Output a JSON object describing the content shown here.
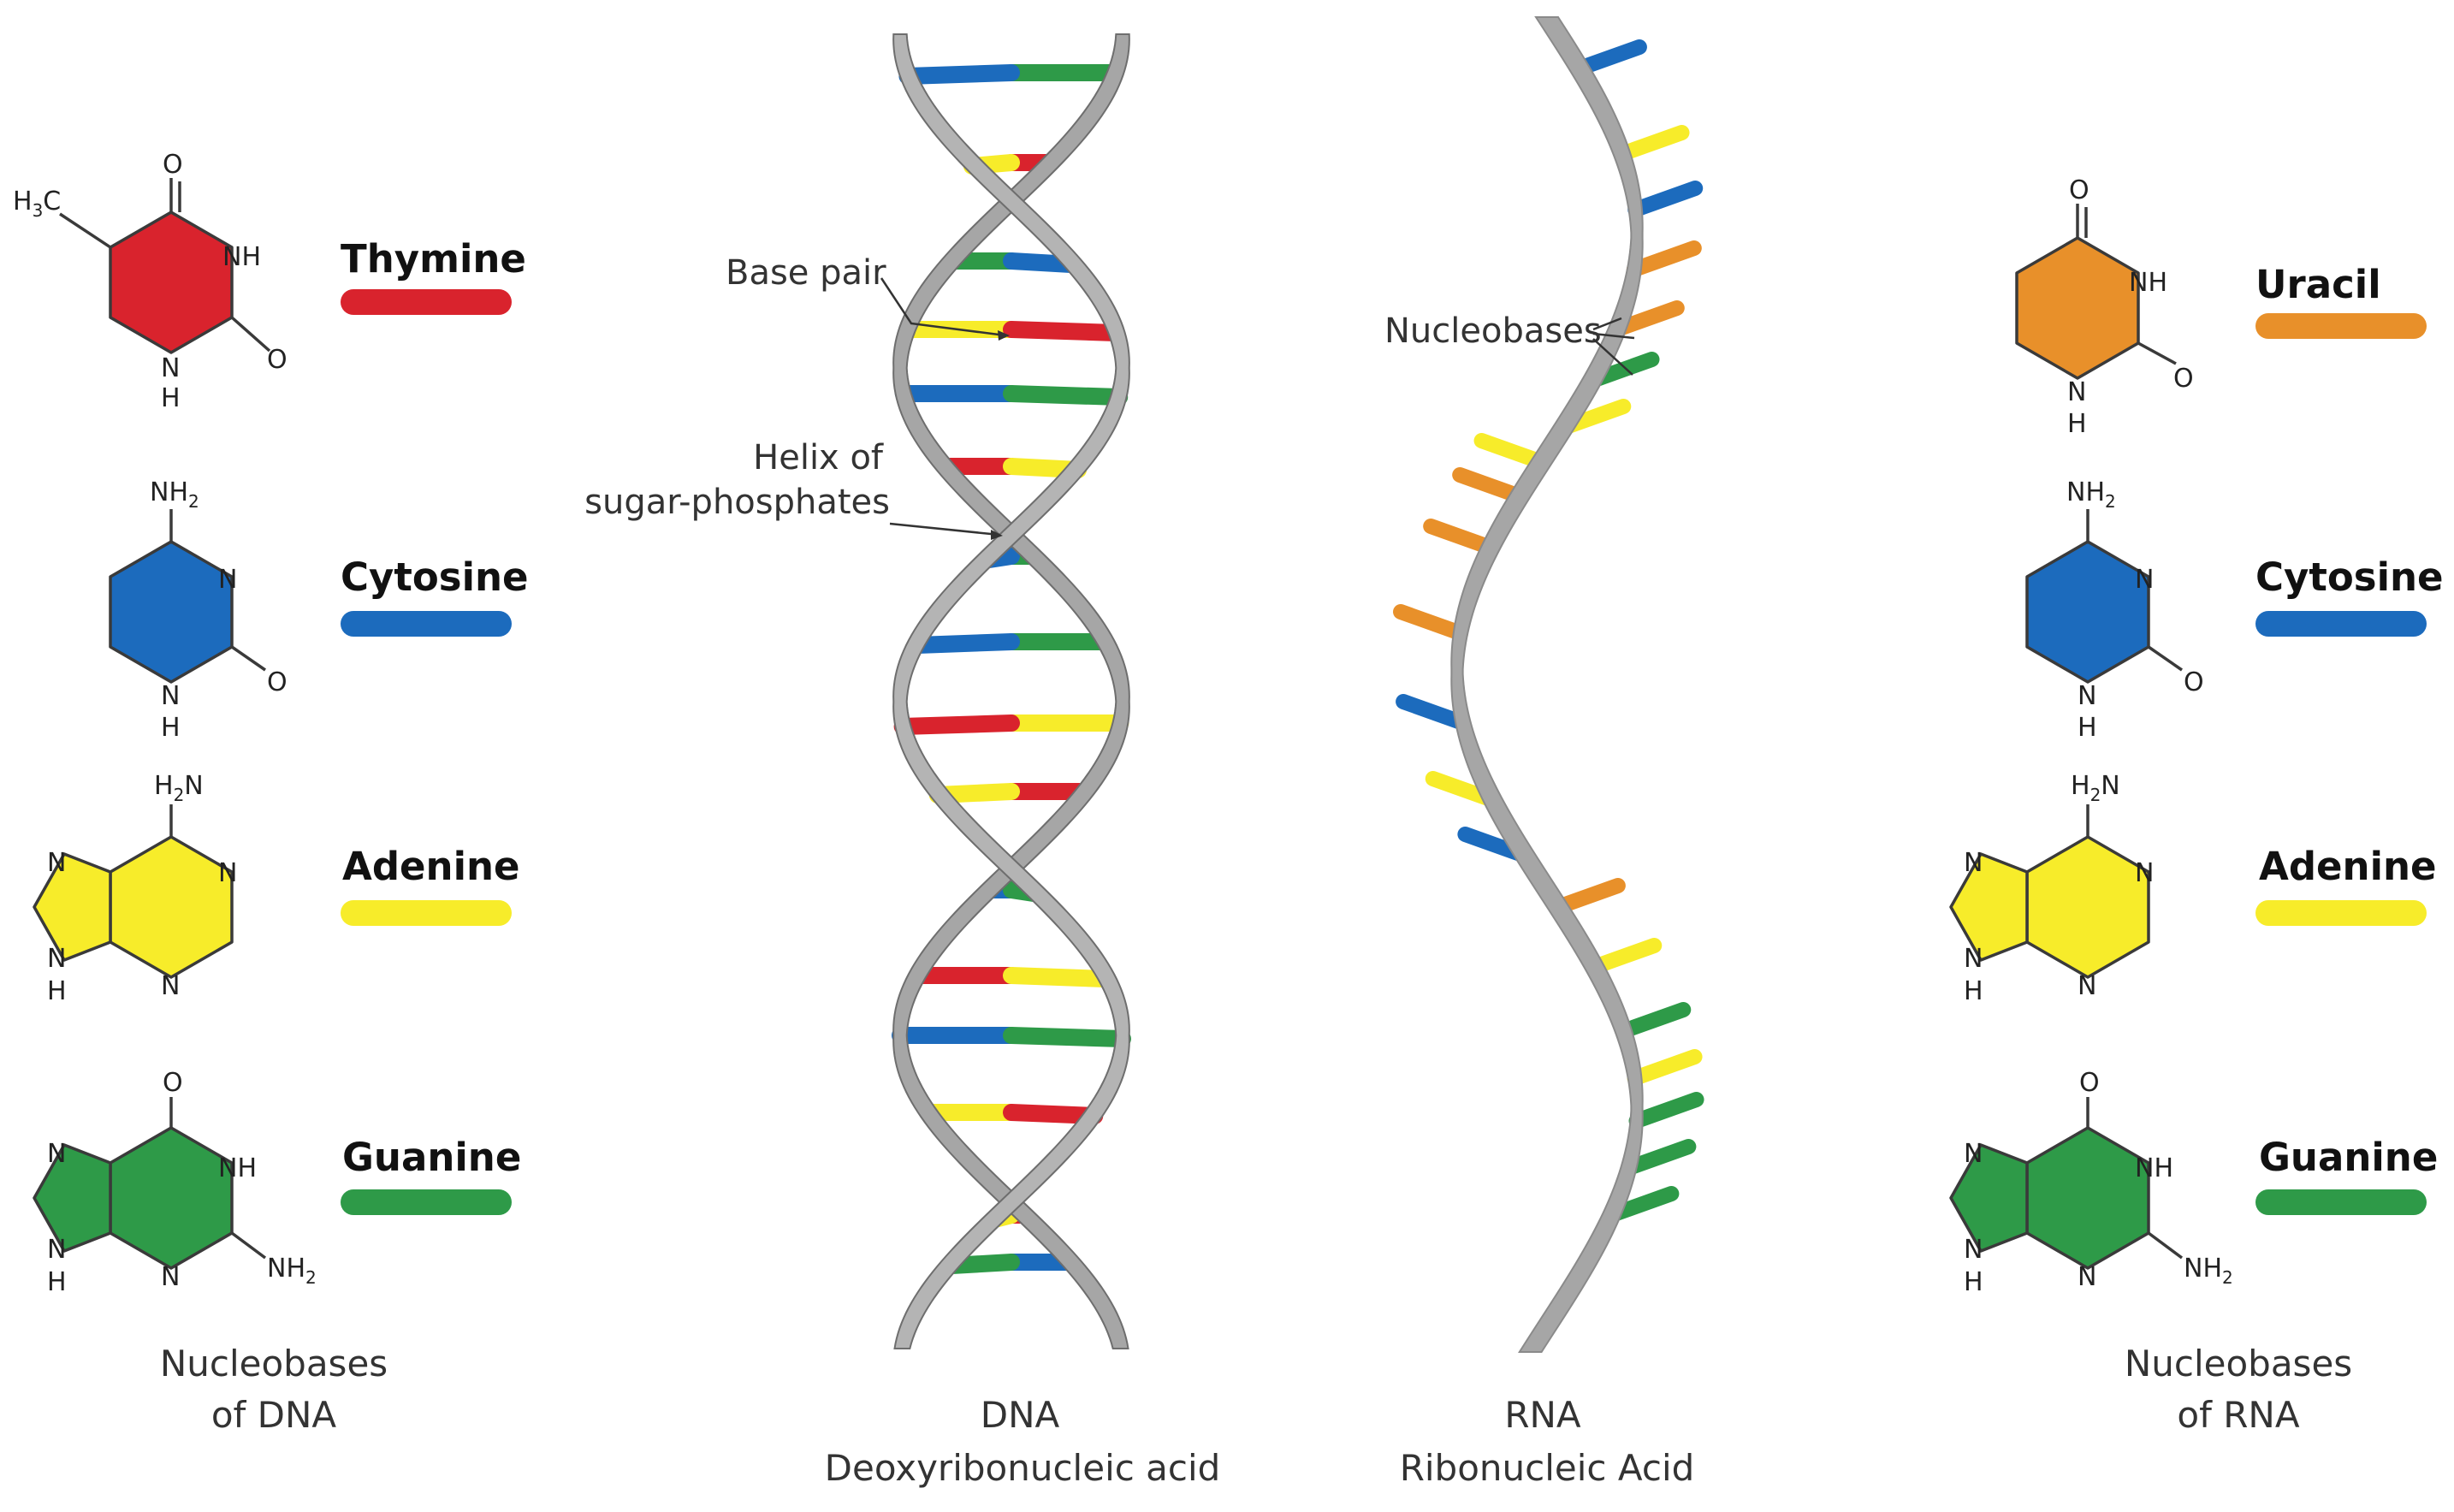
{
  "left_panel": {
    "caption": [
      "Nucleobases",
      "of DNA"
    ],
    "bases": [
      {
        "name": "Thymine",
        "color": "#d9232d"
      },
      {
        "name": "Cytosine",
        "color": "#1c6bbd"
      },
      {
        "name": "Adenine",
        "color": "#f7ec2a"
      },
      {
        "name": "Guanine",
        "color": "#2e9a48"
      }
    ]
  },
  "right_panel": {
    "caption": [
      "Nucleobases",
      "of RNA"
    ],
    "bases": [
      {
        "name": "Uracil",
        "color": "#e8902a"
      },
      {
        "name": "Cytosine",
        "color": "#1c6bbd"
      },
      {
        "name": "Adenine",
        "color": "#f7ec2a"
      },
      {
        "name": "Guanine",
        "color": "#2e9a48"
      }
    ]
  },
  "atoms": {
    "O": "O",
    "NH": "NH",
    "N": "N",
    "H": "H",
    "C": "C",
    "H3": "H",
    "sub3": "3",
    "sub2": "2",
    "NH2_a": "NH",
    "H2N_a": "N"
  },
  "dna": {
    "caption": [
      "DNA",
      "Deoxyribonucleic acid"
    ],
    "labels": {
      "base_pair": "Base pair",
      "helix": [
        "Helix of",
        "sugar-phosphates"
      ]
    }
  },
  "rna": {
    "caption": [
      "RNA",
      "Ribonucleic Acid"
    ],
    "labels": {
      "nucleobases": "Nucleobases"
    }
  },
  "colors": {
    "thymine": "#d9232d",
    "cytosine": "#1c6bbd",
    "adenine": "#f7ec2a",
    "guanine": "#2e9a48",
    "uracil": "#e8902a",
    "backbone": "#a6a6a6",
    "backbone_dark": "#6e6e6e"
  }
}
